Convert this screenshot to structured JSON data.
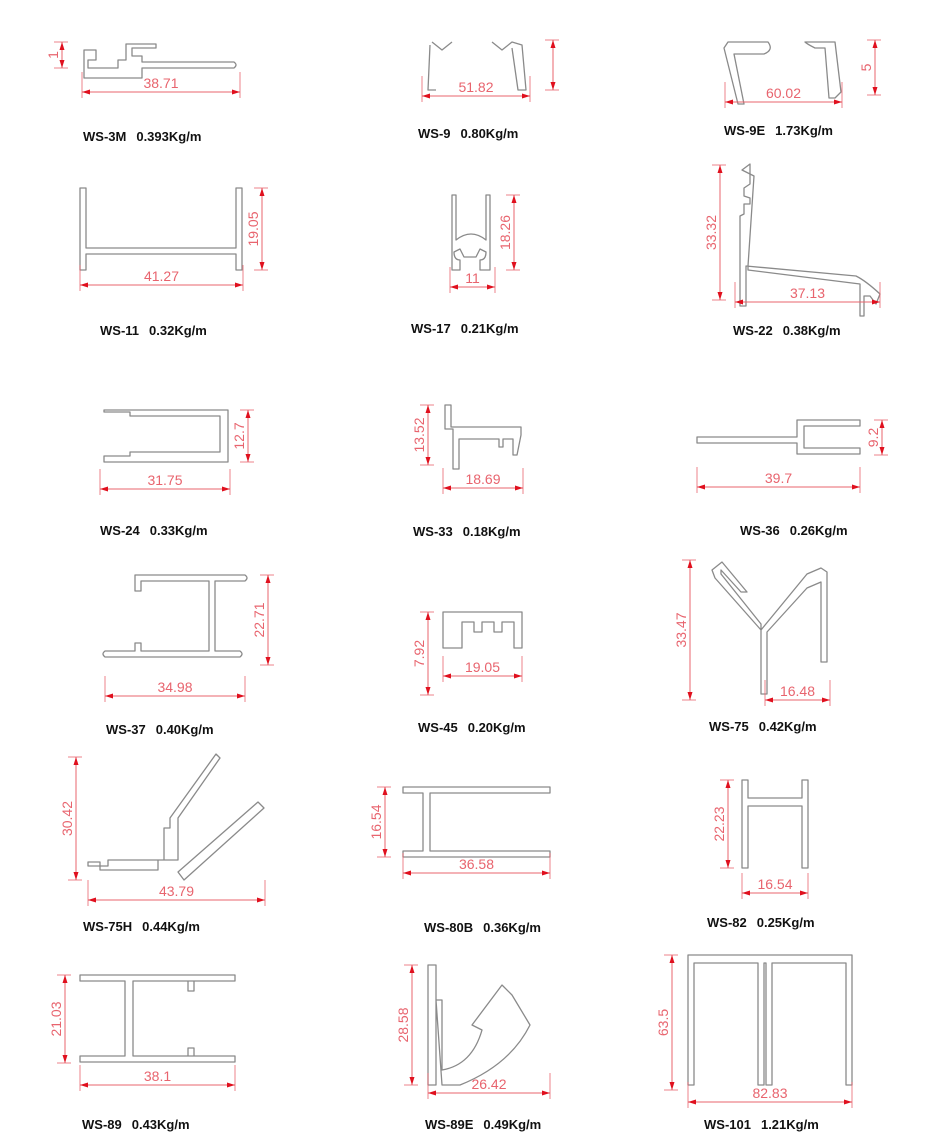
{
  "profiles": [
    {
      "code": "WS-3M",
      "weight": "0.393Kg/m",
      "width_dim": "38.71",
      "height_dim": "1"
    },
    {
      "code": "WS-9",
      "weight": "0.80Kg/m",
      "width_dim": "51.82",
      "height_dim": ""
    },
    {
      "code": "WS-9E",
      "weight": "1.73Kg/m",
      "width_dim": "60.02",
      "height_dim": "5"
    },
    {
      "code": "WS-11",
      "weight": "0.32Kg/m",
      "width_dim": "41.27",
      "height_dim": "19.05"
    },
    {
      "code": "WS-17",
      "weight": "0.21Kg/m",
      "width_dim": "11",
      "height_dim": "18.26"
    },
    {
      "code": "WS-22",
      "weight": "0.38Kg/m",
      "width_dim": "37.13",
      "height_dim": "33.32"
    },
    {
      "code": "WS-24",
      "weight": "0.33Kg/m",
      "width_dim": "31.75",
      "height_dim": "12.7"
    },
    {
      "code": "WS-33",
      "weight": "0.18Kg/m",
      "width_dim": "18.69",
      "height_dim": "13.52"
    },
    {
      "code": "WS-36",
      "weight": "0.26Kg/m",
      "width_dim": "39.7",
      "height_dim": "9.2"
    },
    {
      "code": "WS-37",
      "weight": "0.40Kg/m",
      "width_dim": "34.98",
      "height_dim": "22.71"
    },
    {
      "code": "WS-45",
      "weight": "0.20Kg/m",
      "width_dim": "19.05",
      "height_dim": "7.92"
    },
    {
      "code": "WS-75",
      "weight": "0.42Kg/m",
      "width_dim": "16.48",
      "height_dim": "33.47"
    },
    {
      "code": "WS-75H",
      "weight": "0.44Kg/m",
      "width_dim": "43.79",
      "height_dim": "30.42"
    },
    {
      "code": "WS-80B",
      "weight": "0.36Kg/m",
      "width_dim": "36.58",
      "height_dim": "16.54"
    },
    {
      "code": "WS-82",
      "weight": "0.25Kg/m",
      "width_dim": "16.54",
      "height_dim": "22.23"
    },
    {
      "code": "WS-89",
      "weight": "0.43Kg/m",
      "width_dim": "38.1",
      "height_dim": "21.03"
    },
    {
      "code": "WS-89E",
      "weight": "0.49Kg/m",
      "width_dim": "26.42",
      "height_dim": "28.58"
    },
    {
      "code": "WS-101",
      "weight": "1.21Kg/m",
      "width_dim": "82.83",
      "height_dim": "63.5"
    }
  ],
  "colors": {
    "dimension": "#e8646e",
    "outline": "#8a8a8a",
    "arrow": "#e0101e"
  }
}
